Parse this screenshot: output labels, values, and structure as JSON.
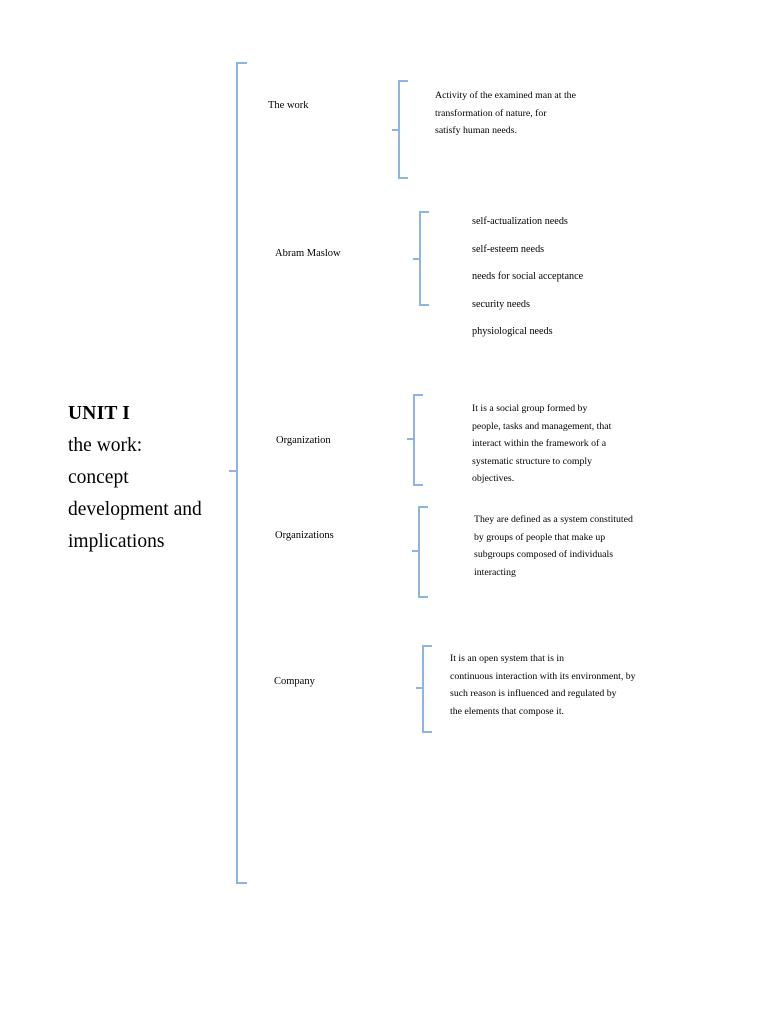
{
  "document": {
    "title_lines": [
      {
        "text": "UNIT I",
        "bold": true
      },
      {
        "text": "the work:",
        "bold": false
      },
      {
        "text": "concept",
        "bold": false
      },
      {
        "text": "development and",
        "bold": false
      },
      {
        "text": "implications",
        "bold": false
      }
    ]
  },
  "colors": {
    "bracket": "#8db4e2",
    "text": "#000000",
    "background": "#ffffff"
  },
  "branches": [
    {
      "id": "the-work",
      "label": "The work",
      "body_lines": [
        "Activity of the examined man at the",
        "transformation of nature, for",
        "satisfy human needs."
      ]
    },
    {
      "id": "abram-maslow",
      "label": "Abram Maslow",
      "body_lines": [
        "self-actualization needs",
        "self-esteem needs",
        "needs for social acceptance",
        "security needs",
        "physiological needs"
      ]
    },
    {
      "id": "organization",
      "label": "Organization",
      "body_lines": [
        "It is a social group formed by",
        "people, tasks and management, that",
        "interact within the framework of a",
        "systematic structure to comply",
        "objectives."
      ]
    },
    {
      "id": "organizations",
      "label": "Organizations",
      "body_lines": [
        "They are defined as a system constituted",
        "by groups of people that make up",
        "subgroups composed of individuals",
        "interacting"
      ]
    },
    {
      "id": "company",
      "label": "Company",
      "body_lines": [
        "It is an open system that is in",
        "continuous interaction with its environment, by",
        "such reason is influenced and regulated by",
        "the elements that compose it."
      ]
    }
  ]
}
